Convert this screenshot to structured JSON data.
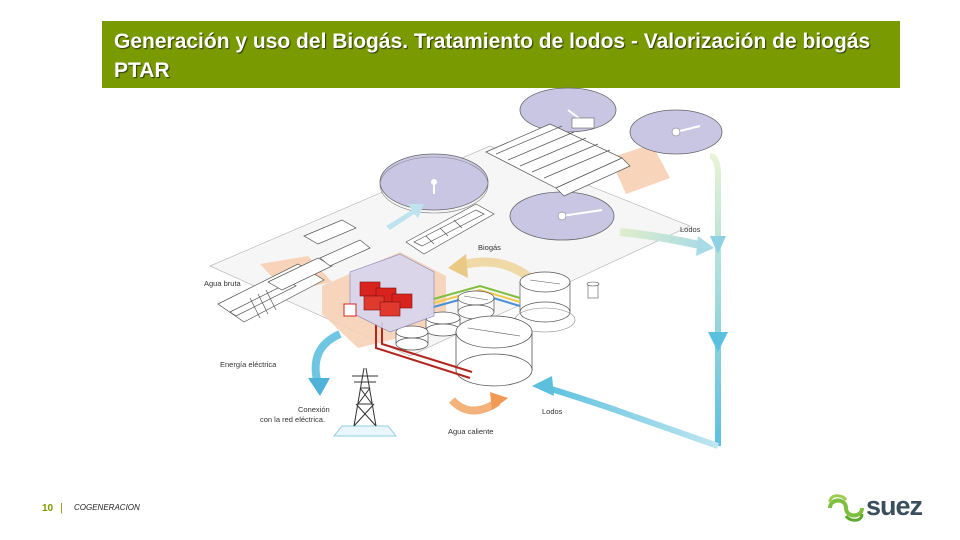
{
  "header": {
    "title": "Generación y uso del Biogás. Tratamiento de lodos - Valorización de biogás PTAR"
  },
  "diagram": {
    "labels": {
      "agua_bruta": "Agua bruta",
      "biogas": "Biogás",
      "lodos_top": "Lodos",
      "lodos_bottom": "Lodos",
      "energia_electrica": "Energía eléctrica",
      "conexion_line1": "Conexión",
      "conexion_line2": "con la red eléctrica.",
      "agua_caliente": "Agua caliente"
    }
  },
  "footer": {
    "page_number": "10",
    "separator": "|",
    "section": "COGENERACION"
  },
  "logo": {
    "text": "suez",
    "icon": "suez-logo-icon"
  },
  "colors": {
    "title_bar": "#7a9a01",
    "flow_blue": "#5bc0de",
    "flow_orange": "#f2b27a",
    "tank_fill": "#c9c6e3",
    "generator_red": "#d9231f"
  }
}
